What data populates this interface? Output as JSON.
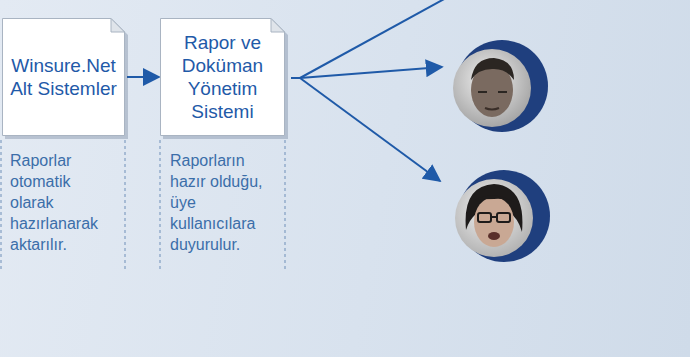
{
  "diagram": {
    "nodes": [
      {
        "text": [
          "Winsure.Net Alt Sistemler"
        ]
      },
      {
        "text": [
          "Rapor ve Doküman Yönetim Sistemi"
        ]
      }
    ],
    "edges": [
      {
        "from": 0,
        "to": 1,
        "arrow": "to"
      }
    ],
    "labels": [
      "Raporlar otomatik olarak hazırlanarak aktarılır.",
      "Raporların hazır olduğu, üye kullanıcılara duyurulur."
    ]
  }
}
